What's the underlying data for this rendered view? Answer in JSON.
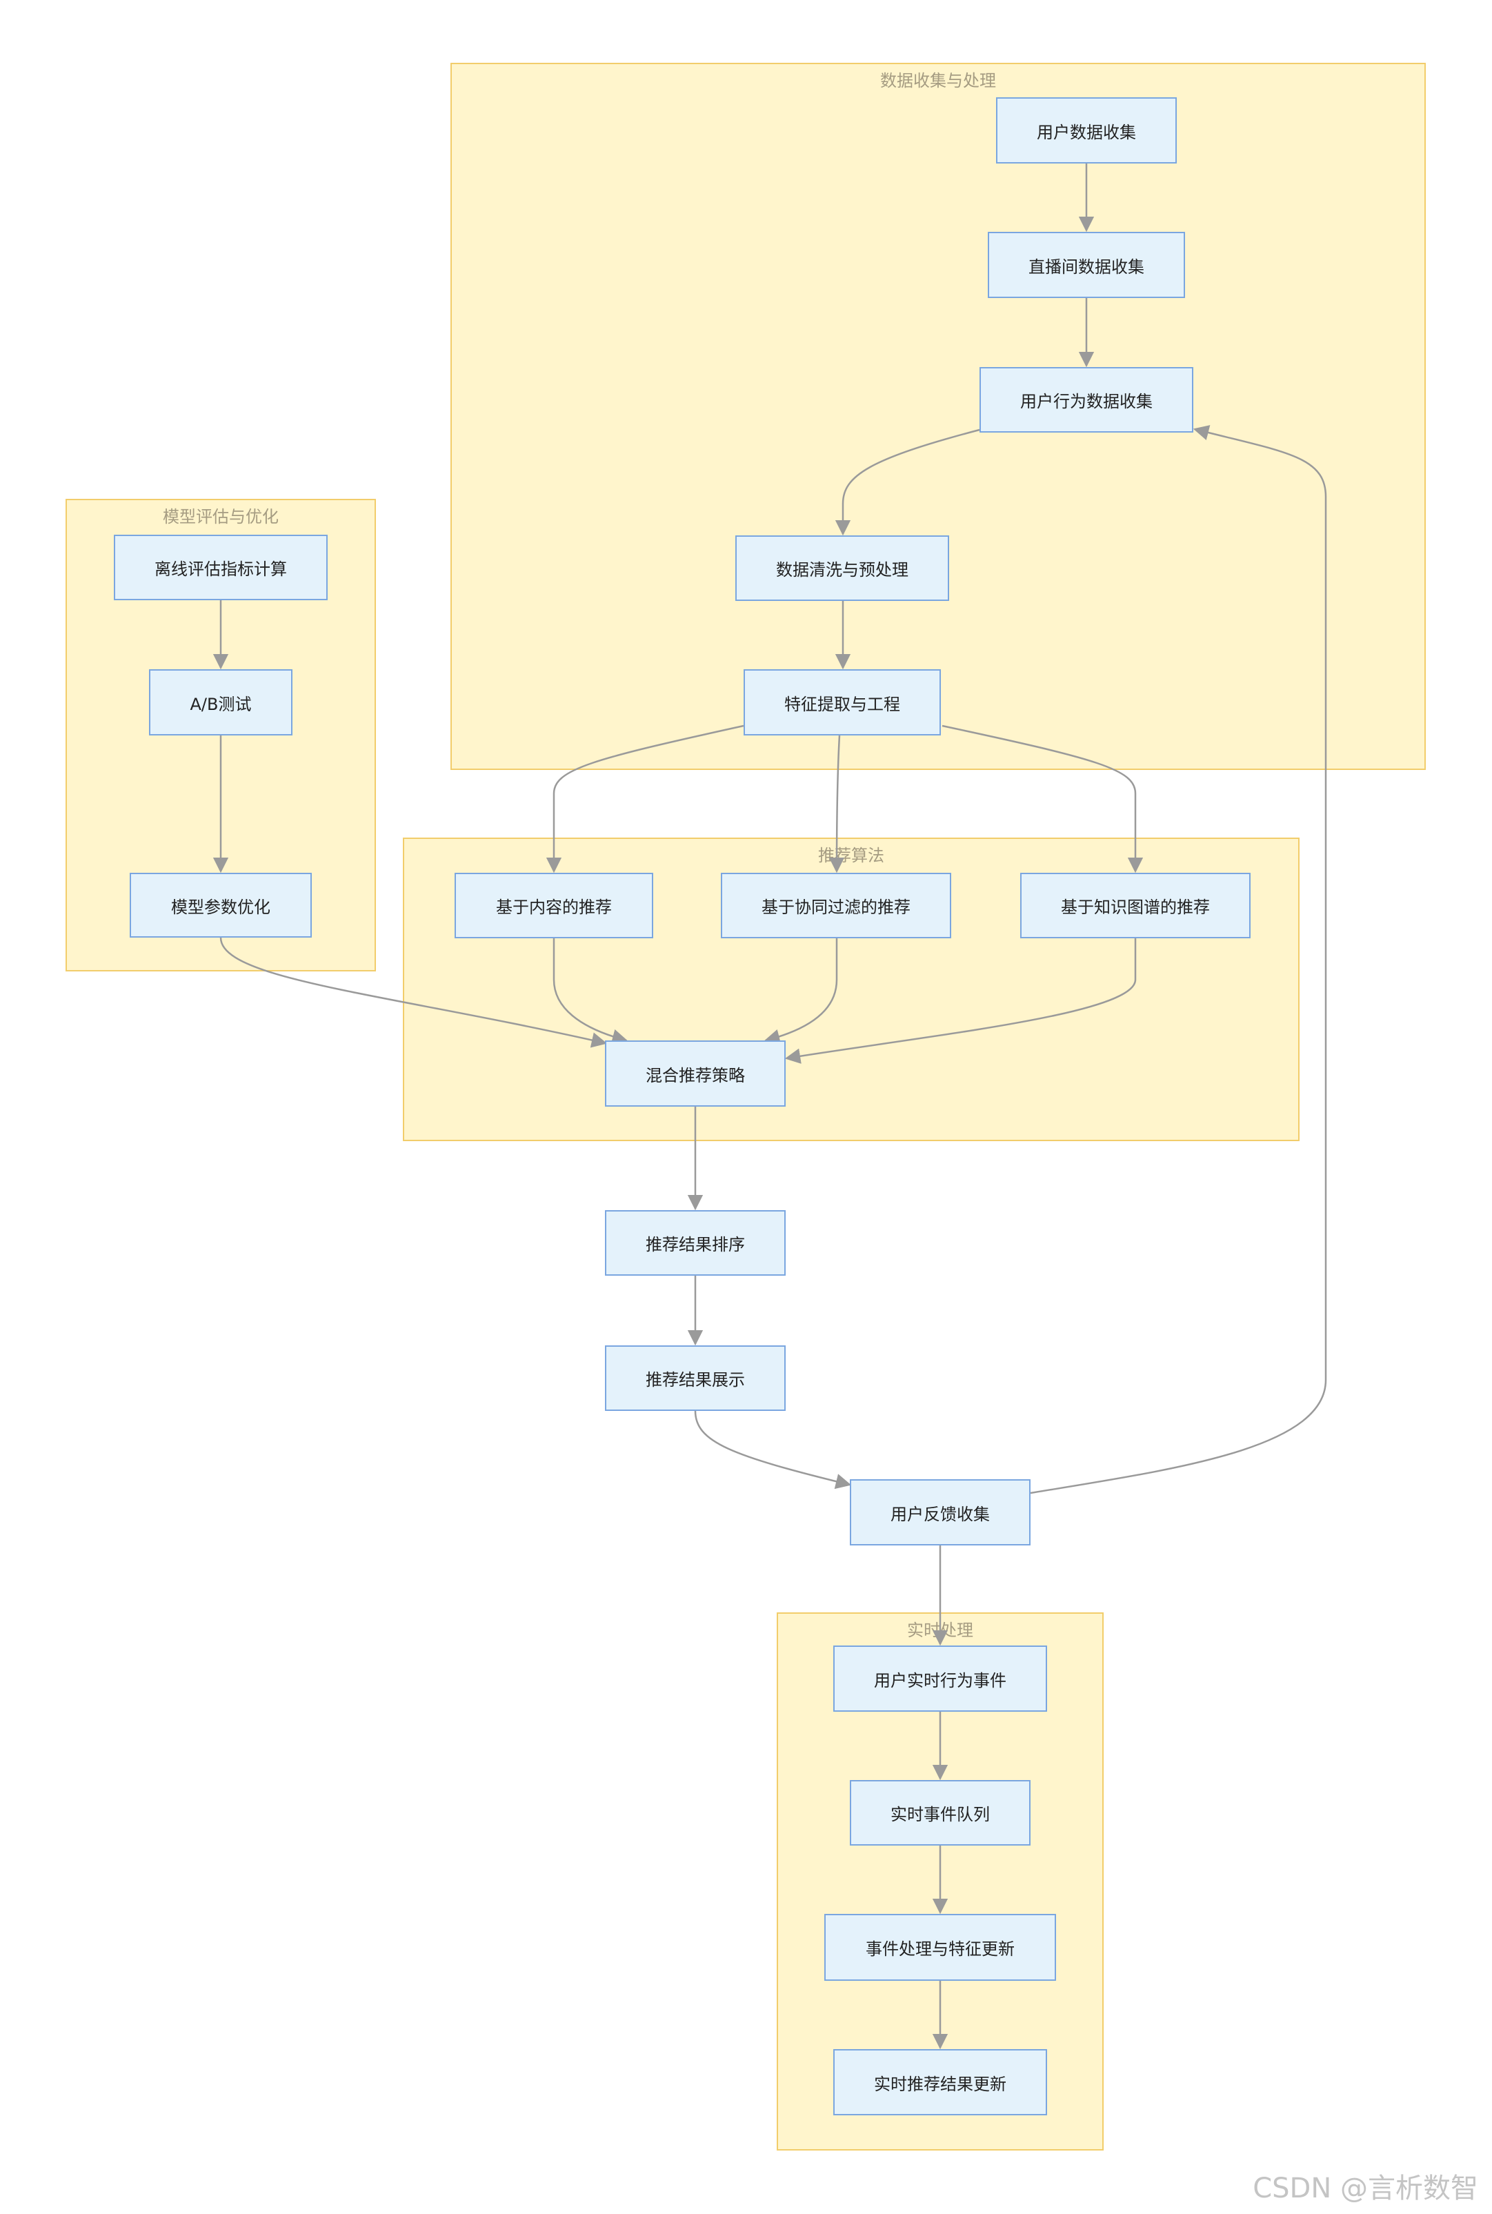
{
  "groups": {
    "data_processing": "数据收集与处理",
    "model_eval": "模型评估与优化",
    "algorithms": "推荐算法",
    "realtime": "实时处理"
  },
  "nodes": {
    "user_data": "用户数据收集",
    "live_data": "直播间数据收集",
    "behavior_data": "用户行为数据收集",
    "cleaning": "数据清洗与预处理",
    "feature": "特征提取与工程",
    "offline_eval": "离线评估指标计算",
    "ab_test": "A/B测试",
    "param_opt": "模型参数优化",
    "content_rec": "基于内容的推荐",
    "cf_rec": "基于协同过滤的推荐",
    "kg_rec": "基于知识图谱的推荐",
    "hybrid": "混合推荐策略",
    "ranking": "推荐结果排序",
    "display": "推荐结果展示",
    "feedback": "用户反馈收集",
    "rt_event": "用户实时行为事件",
    "rt_queue": "实时事件队列",
    "rt_processing": "事件处理与特征更新",
    "rt_update": "实时推荐结果更新"
  },
  "watermark": "CSDN @言析数智"
}
